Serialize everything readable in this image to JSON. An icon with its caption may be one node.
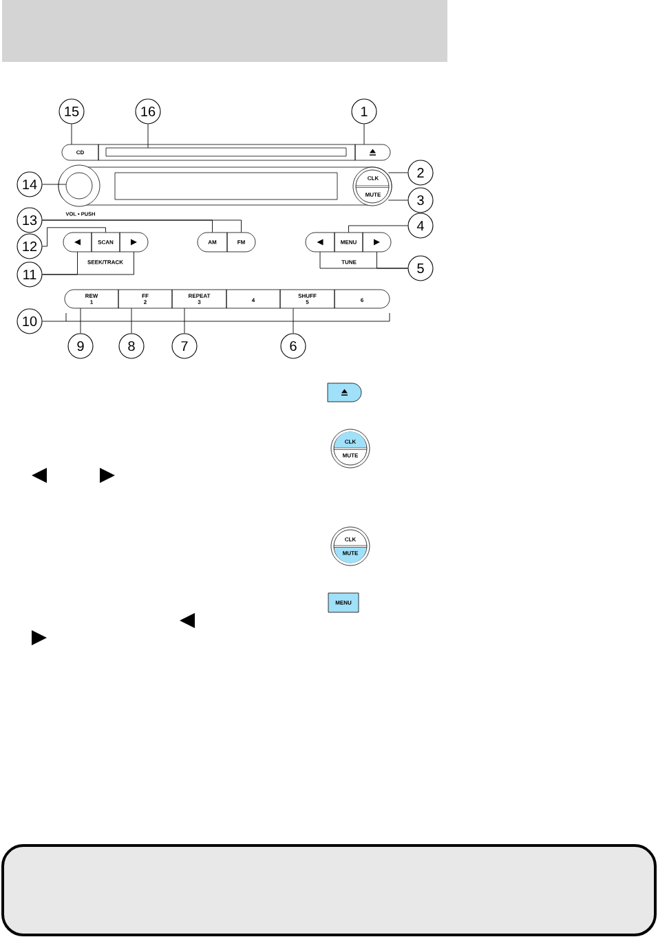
{
  "diagram": {
    "nodes": [
      {
        "text": [
          "15"
        ]
      },
      {
        "text": [
          "16"
        ]
      },
      {
        "text": [
          "1"
        ]
      },
      {
        "text": [
          "CD"
        ]
      },
      {
        "text": [],
        "shape": "box"
      },
      {
        "text": [],
        "shape": "box"
      },
      {
        "text": [
          "14"
        ]
      },
      {
        "text": [],
        "shape": "circle",
        "beside": [
          "VOL • PUSH"
        ]
      },
      {
        "text": [],
        "shape": "box"
      },
      {
        "text": [],
        "shape": "circle"
      },
      {
        "text": [
          "CLK"
        ],
        "in": 9
      },
      {
        "text": [
          "MUTE"
        ],
        "in": 9
      },
      {
        "text": [
          "2"
        ]
      },
      {
        "text": [
          "3"
        ]
      },
      {
        "text": [
          "13"
        ]
      },
      {
        "text": [
          "12"
        ]
      },
      {
        "text": [],
        "shape": "box"
      },
      {
        "text": [
          "SCAN"
        ]
      },
      {
        "text": [],
        "shape": "box"
      },
      {
        "text": [
          "AM"
        ]
      },
      {
        "text": [
          "FM"
        ]
      },
      {
        "text": [],
        "shape": "box"
      },
      {
        "text": [
          "MENU"
        ]
      },
      {
        "text": [],
        "shape": "box"
      },
      {
        "text": [
          "4"
        ]
      },
      {
        "text": [
          "11"
        ]
      },
      {
        "text": [
          "5"
        ]
      },
      {
        "text": [
          "REW",
          "1"
        ]
      },
      {
        "text": [
          "FF",
          "2"
        ]
      },
      {
        "text": [
          "REPEAT",
          "3"
        ]
      },
      {
        "text": [
          "4"
        ]
      },
      {
        "text": [
          "SHUFF",
          "5"
        ]
      },
      {
        "text": [
          "6"
        ]
      },
      {
        "text": [
          "10"
        ]
      },
      {
        "text": [
          "9"
        ]
      },
      {
        "text": [
          "8"
        ]
      },
      {
        "text": [
          "7"
        ]
      },
      {
        "text": [
          "6"
        ]
      },
      {
        "text": [],
        "shape": "box"
      },
      {
        "text": [
          "CLK",
          "MUTE"
        ]
      },
      {
        "text": [
          "CLK",
          "MUTE"
        ]
      },
      {
        "text": [
          "MENU"
        ]
      }
    ],
    "edges": [
      {
        "from": 0,
        "to": 3,
        "arrow": "none"
      },
      {
        "from": 1,
        "to": 4,
        "arrow": "none"
      },
      {
        "from": 2,
        "to": 5,
        "arrow": "none"
      },
      {
        "from": 6,
        "to": 7,
        "arrow": "none"
      },
      {
        "from": 12,
        "to": 10,
        "arrow": "none"
      },
      {
        "from": 13,
        "to": 11,
        "arrow": "none"
      },
      {
        "from": 14,
        "to": 19,
        "arrow": "none"
      },
      {
        "from": 14,
        "to": 20,
        "arrow": "none"
      },
      {
        "from": 15,
        "to": 17,
        "arrow": "none"
      },
      {
        "from": 24,
        "to": 22,
        "arrow": "none"
      },
      {
        "from": 25,
        "to": 16,
        "arrow": "none"
      },
      {
        "from": 25,
        "to": 18,
        "arrow": "none"
      },
      {
        "from": 26,
        "to": 21,
        "arrow": "none"
      },
      {
        "from": 26,
        "to": 23,
        "arrow": "none"
      },
      {
        "from": 33,
        "to": null,
        "arrow": "none"
      },
      {
        "from": 34,
        "to": 27,
        "arrow": "none"
      },
      {
        "from": 35,
        "to": 28,
        "arrow": "none"
      },
      {
        "from": 36,
        "to": 29,
        "arrow": "none"
      },
      {
        "from": 37,
        "to": 31,
        "arrow": "none"
      }
    ],
    "labels": [
      "SEEK/TRACK",
      "TUNE"
    ]
  }
}
